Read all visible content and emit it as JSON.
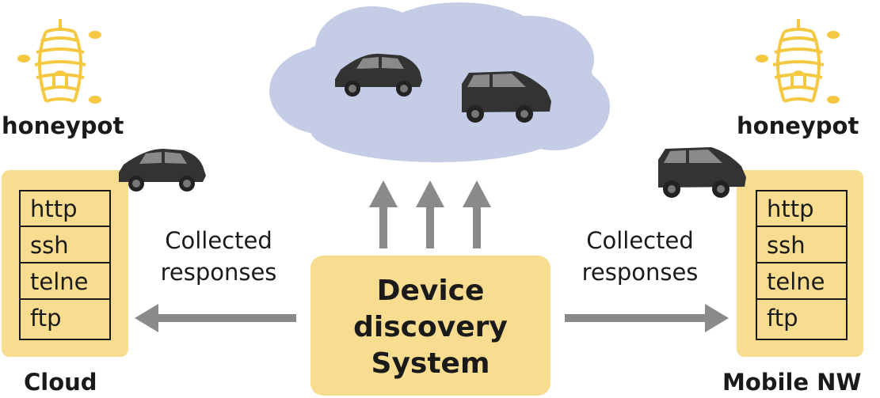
{
  "left": {
    "title": "honeypot",
    "protocols": [
      "http",
      "ssh",
      "telne",
      "ftp"
    ],
    "caption": "Cloud",
    "collected": [
      "Collected",
      "responses"
    ]
  },
  "right": {
    "title": "honeypot",
    "protocols": [
      "http",
      "ssh",
      "telne",
      "ftp"
    ],
    "caption": "Mobile NW",
    "collected": [
      "Collected",
      "responses"
    ]
  },
  "center": {
    "line1": "Device",
    "line2": "discovery",
    "line3": "System"
  },
  "colors": {
    "panel": "#f8dc8f",
    "cloud": "#c5cce6",
    "arrow": "#8a8a8a",
    "honeypot_icon": "#f5c842",
    "car": "#3a3a3a"
  }
}
